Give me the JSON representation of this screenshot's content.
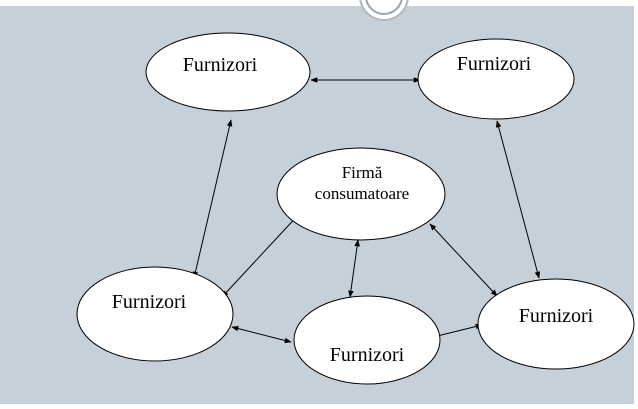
{
  "colors": {
    "background": "#c6d0d8",
    "node_fill": "#ffffff",
    "stroke": "#000000",
    "badge_ring": "#b0b8be"
  },
  "nodes": {
    "supplier_top_left": "Furnizori",
    "supplier_top_right": "Furnizori",
    "consumer_firm_line1": "Firmă",
    "consumer_firm_line2": "consumatoare",
    "supplier_bottom_left": "Furnizori",
    "supplier_bottom_center": "Furnizori",
    "supplier_bottom_right": "Furnizori"
  },
  "connections": [
    [
      "supplier_top_left",
      "supplier_top_right"
    ],
    [
      "supplier_top_left",
      "supplier_bottom_left"
    ],
    [
      "supplier_top_right",
      "supplier_bottom_right"
    ],
    [
      "consumer_firm",
      "supplier_bottom_left"
    ],
    [
      "consumer_firm",
      "supplier_bottom_center"
    ],
    [
      "consumer_firm",
      "supplier_bottom_right"
    ],
    [
      "supplier_bottom_left",
      "supplier_bottom_center"
    ],
    [
      "supplier_bottom_center",
      "supplier_bottom_right"
    ]
  ]
}
